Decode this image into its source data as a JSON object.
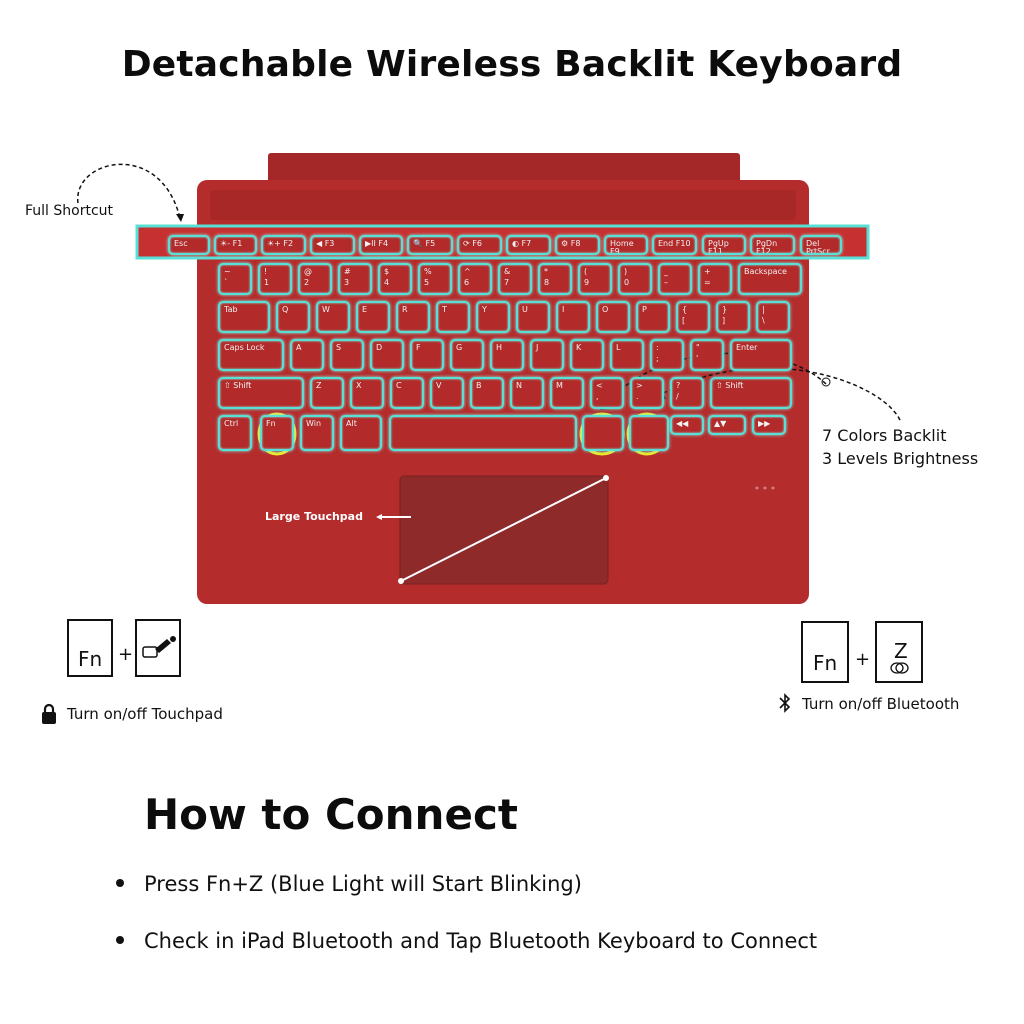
{
  "title": "Detachable Wireless Backlit Keyboard",
  "annotations": {
    "full_shortcut": "Full Shortcut",
    "backlit_line1": "7 Colors Backlit",
    "backlit_line2": "3 Levels Brightness",
    "touchpad": "Large Touchpad"
  },
  "combos": {
    "touchpad": {
      "key1": "Fn",
      "plus": "+",
      "caption": "Turn on/off Touchpad"
    },
    "bluetooth": {
      "key1": "Fn",
      "plus": "+",
      "key2": "Z",
      "caption": "Turn on/off Bluetooth"
    }
  },
  "connect": {
    "heading": "How to Connect",
    "steps": [
      "Press Fn+Z (Blue Light will Start Blinking)",
      "Check in iPad Bluetooth and Tap Bluetooth Keyboard to Connect"
    ]
  },
  "keys": {
    "row0": [
      "Esc",
      "☀-",
      "☀+",
      "◀",
      "▶II",
      "🔍",
      "⟳",
      "◐",
      "⚙",
      "Home",
      "End",
      "PgUp",
      "PgDn",
      "Del"
    ],
    "row0_fn": [
      "",
      "F1",
      "F2",
      "F3",
      "F4",
      "F5",
      "F6",
      "F7",
      "F8",
      "F9",
      "F10",
      "F11",
      "F12",
      "PrtScr"
    ],
    "row1_top": [
      "~",
      "!",
      "@",
      "#",
      "$",
      "%",
      "^",
      "&",
      "*",
      "(",
      ")",
      "_",
      "+",
      "Backspace"
    ],
    "row1_bot": [
      "`",
      "1",
      "2",
      "3",
      "4",
      "5",
      "6",
      "7",
      "8",
      "9",
      "0",
      "–",
      "=",
      ""
    ],
    "row2": [
      "Tab",
      "Q",
      "W",
      "E",
      "R",
      "T",
      "Y",
      "U",
      "I",
      "O",
      "P",
      "{",
      "}",
      "|"
    ],
    "row2_bot": [
      "",
      "",
      "",
      "",
      "",
      "",
      "",
      "",
      "",
      "",
      "",
      "[",
      "]",
      "\\"
    ],
    "row3": [
      "Caps Lock",
      "A",
      "S",
      "D",
      "F",
      "G",
      "H",
      "J",
      "K",
      "L",
      ":",
      "\"",
      "Enter"
    ],
    "row3_bot": [
      "",
      "",
      "",
      "",
      "",
      "",
      "",
      "",
      "",
      "",
      ";",
      "'",
      ""
    ],
    "row4": [
      "⇧ Shift",
      "Z",
      "X",
      "C",
      "V",
      "B",
      "N",
      "M",
      "<",
      ">",
      "?",
      "⇧ Shift"
    ],
    "row4_bot": [
      "",
      "",
      "",
      "",
      "",
      "",
      "",
      "",
      ",",
      ".",
      "/",
      ""
    ],
    "row5": [
      "Ctrl",
      "Fn",
      "Win",
      "Alt",
      "",
      "",
      "",
      "",
      "",
      ""
    ]
  },
  "colors": {
    "keyboard_body": "#b42c2c",
    "key_glow": "#59e0d6",
    "highlight_ring": "#e8e82a",
    "touchpad": "#8e2a2a"
  }
}
